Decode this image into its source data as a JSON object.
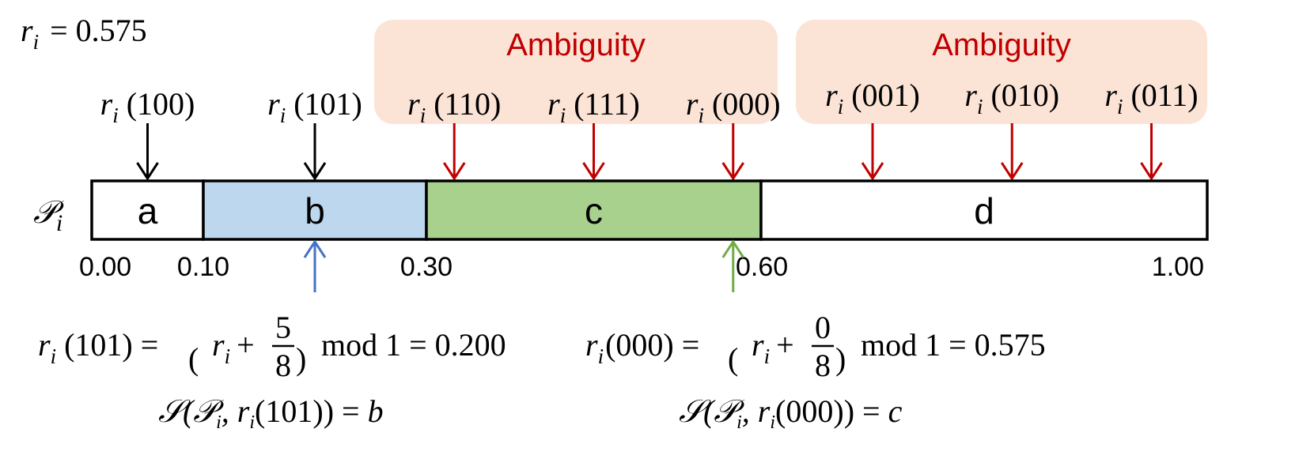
{
  "colors": {
    "ambiguity_bg": "#fbe3d6",
    "ambiguity_text": "#c00000",
    "black_arrow": "#000000",
    "red_arrow": "#c00000",
    "blue_arrow": "#4472c4",
    "green_arrow": "#70ad47",
    "seg_b_fill": "#bdd7ee",
    "seg_c_fill": "#a9d18e",
    "seg_plain_fill": "#ffffff"
  },
  "header": {
    "ri_label": "r",
    "ri_sub": "i",
    "ri_value": "= 0.575"
  },
  "ambiguity_boxes": [
    {
      "label": "Ambiguity"
    },
    {
      "label": "Ambiguity"
    }
  ],
  "arrows": [
    {
      "code": "(100)",
      "pos": 0.05,
      "color": "black"
    },
    {
      "code": "(101)",
      "pos": 0.2,
      "color": "black"
    },
    {
      "code": "(110)",
      "pos": 0.325,
      "color": "red"
    },
    {
      "code": "(111)",
      "pos": 0.45,
      "color": "red"
    },
    {
      "code": "(000)",
      "pos": 0.575,
      "color": "red"
    },
    {
      "code": "(001)",
      "pos": 0.7,
      "color": "red"
    },
    {
      "code": "(010)",
      "pos": 0.825,
      "color": "red"
    },
    {
      "code": "(011)",
      "pos": 0.95,
      "color": "red"
    }
  ],
  "bar": {
    "label": "𝒫",
    "label_sub": "i",
    "segments": [
      {
        "name": "a",
        "start": 0.0,
        "end": 0.1,
        "fill": "plain"
      },
      {
        "name": "b",
        "start": 0.1,
        "end": 0.3,
        "fill": "b"
      },
      {
        "name": "c",
        "start": 0.3,
        "end": 0.6,
        "fill": "c"
      },
      {
        "name": "d",
        "start": 0.6,
        "end": 1.0,
        "fill": "plain"
      }
    ],
    "ticks": [
      {
        "value": 0.0,
        "label": "0.00"
      },
      {
        "value": 0.1,
        "label": "0.10"
      },
      {
        "value": 0.3,
        "label": "0.30"
      },
      {
        "value": 0.6,
        "label": "0.60"
      },
      {
        "value": 1.0,
        "label": "1.00"
      }
    ]
  },
  "selectors": [
    {
      "pos": 0.2,
      "color": "blue"
    },
    {
      "pos": 0.575,
      "color": "green"
    }
  ],
  "formulas": [
    {
      "lhs_code": "(101)",
      "numerator": "5",
      "denominator": "8",
      "mod_text": "mod 1 = 0.200",
      "select_text": "𝒮(𝒫",
      "select_mid": ", r",
      "select_code": "(101)) = ",
      "select_result": "b"
    },
    {
      "lhs_code": "(000)",
      "numerator": "0",
      "denominator": "8",
      "mod_text": "mod 1 = 0.575",
      "select_text": "𝒮(𝒫",
      "select_mid": ", r",
      "select_code": "(000)) = ",
      "select_result": "c"
    }
  ]
}
